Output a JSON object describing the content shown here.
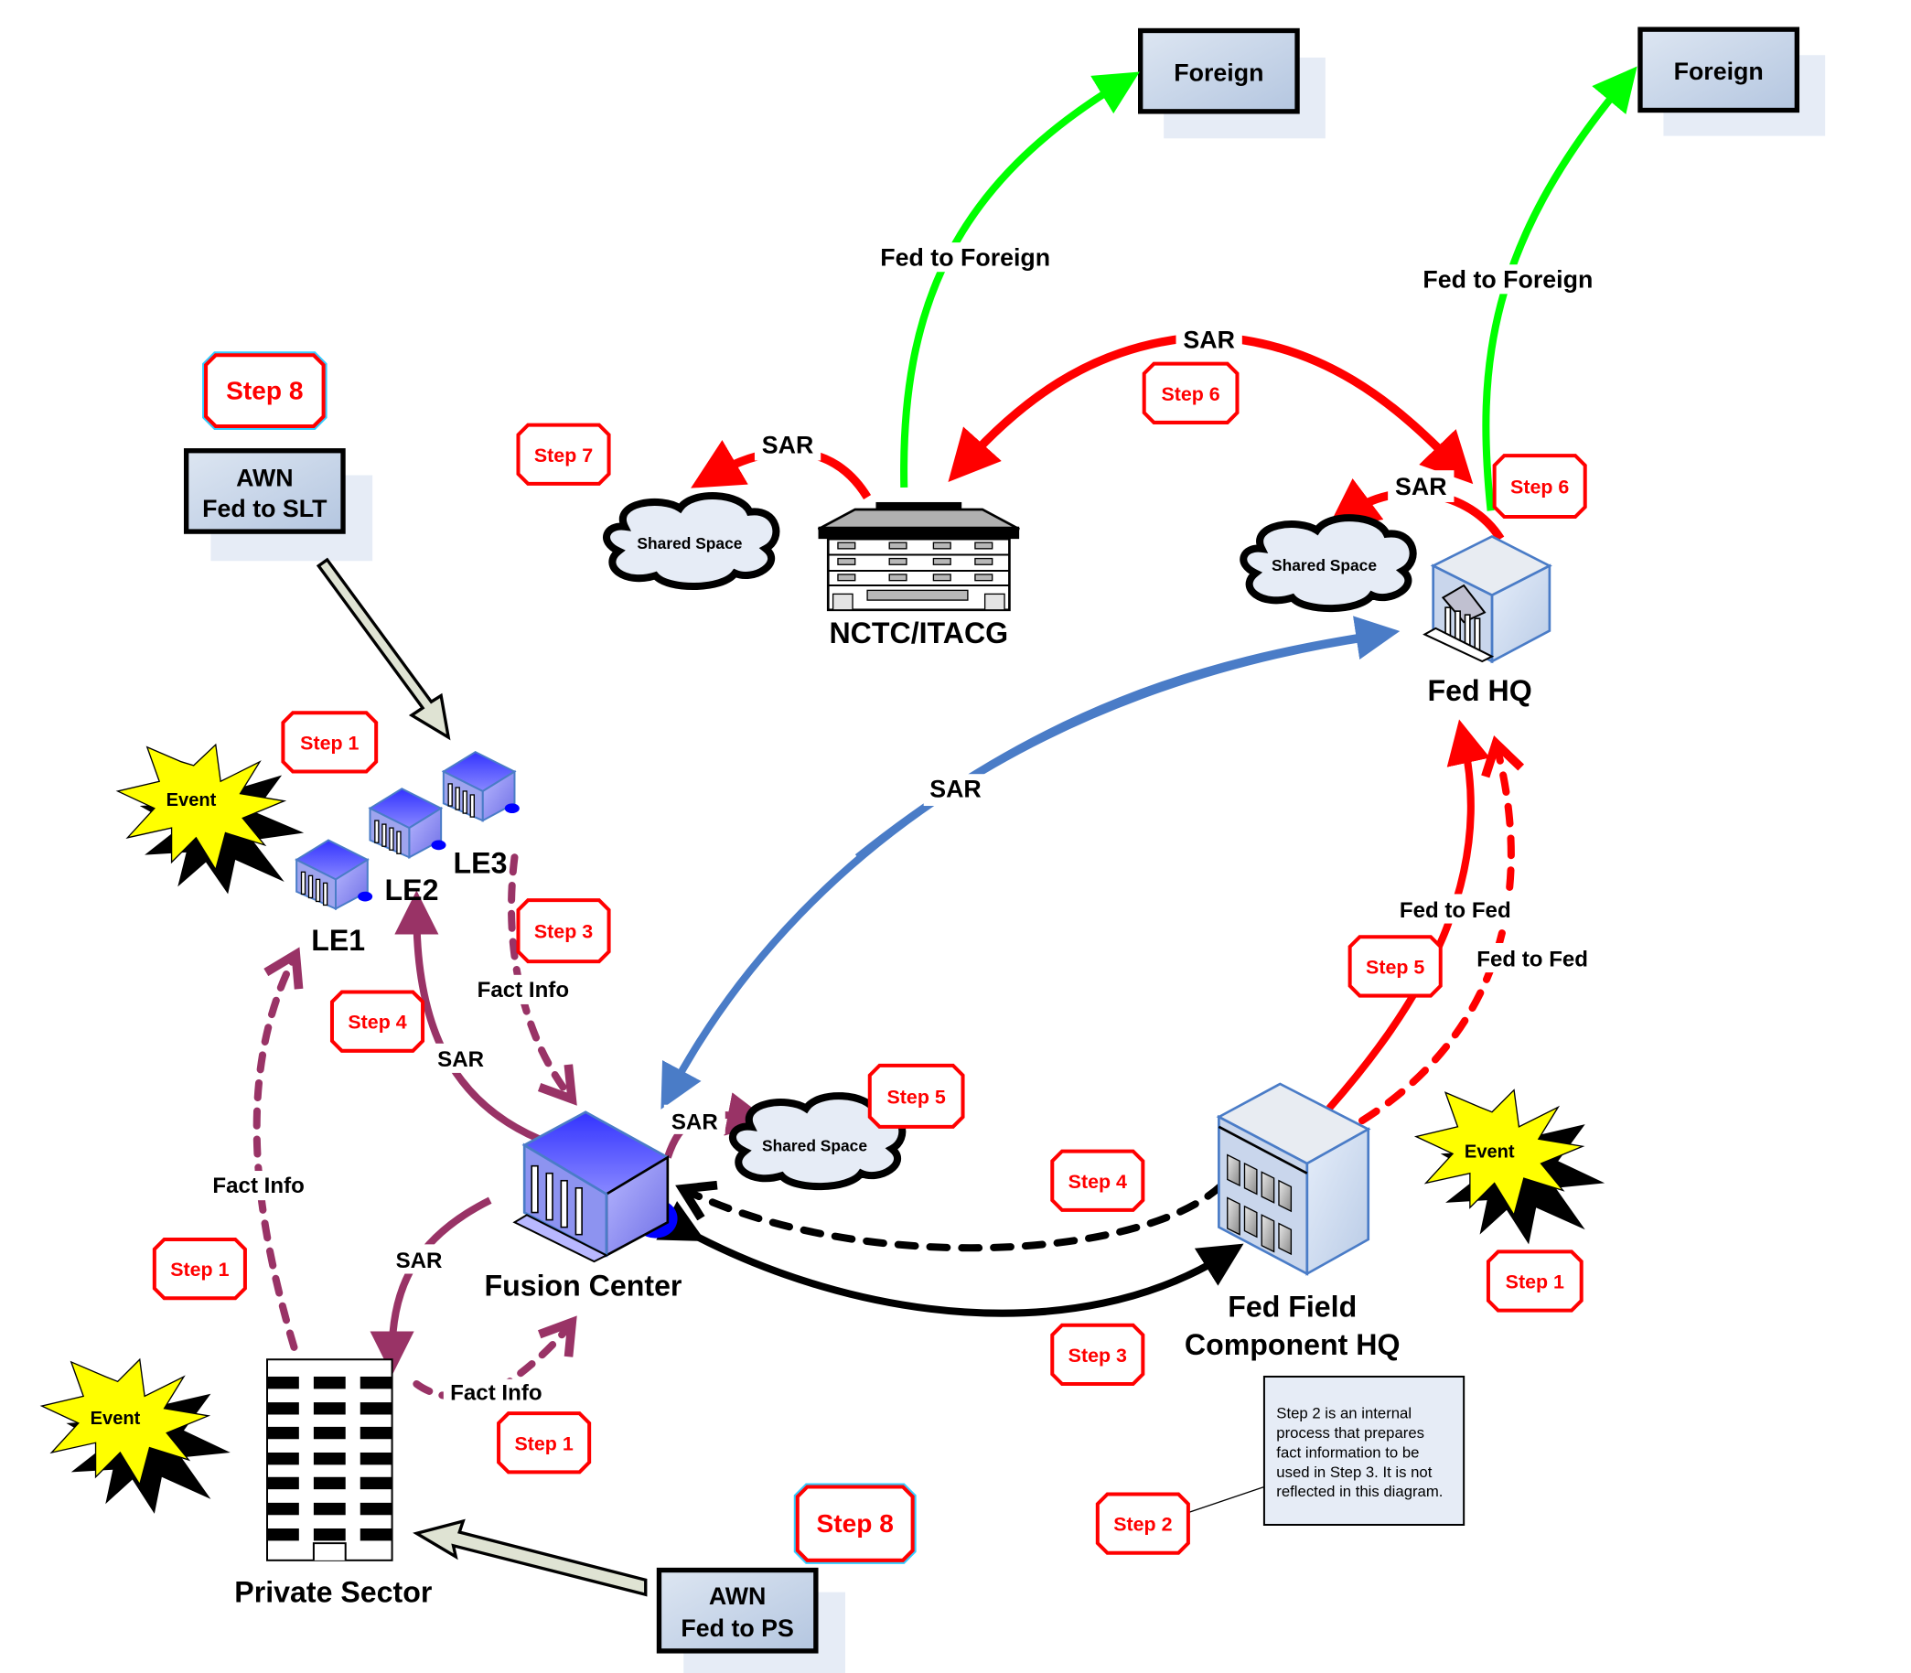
{
  "colors": {
    "sar_red": "#ff0000",
    "foreign_green": "#00ff00",
    "sar_blue": "#4a7cc7",
    "fact_purple": "#993366",
    "fed_black": "#000000",
    "step_red": "#ff0000",
    "box_fill": "#c5d3e8",
    "event_yellow": "#ffff00"
  },
  "nodes": {
    "foreign_1": "Foreign",
    "foreign_2": "Foreign",
    "nctc": "NCTC/ITACG",
    "fed_hq": "Fed HQ",
    "le1": "LE1",
    "le2": "LE2",
    "le3": "LE3",
    "fusion_center": "Fusion Center",
    "fed_field_line1": "Fed Field",
    "fed_field_line2": "Component HQ",
    "private_sector": "Private Sector",
    "awn_slt_line1": "AWN",
    "awn_slt_line2": "Fed to SLT",
    "awn_ps_line1": "AWN",
    "awn_ps_line2": "Fed to PS"
  },
  "clouds": {
    "nctc_cloud": "Shared Space",
    "fedhq_cloud": "Shared Space",
    "fusion_cloud": "Shared Space"
  },
  "events": {
    "le_event": "Event",
    "ps_event": "Event",
    "fed_event": "Event"
  },
  "edge_labels": {
    "fed_to_foreign_1": "Fed to Foreign",
    "fed_to_foreign_2": "Fed to Foreign",
    "sar_top": "SAR",
    "sar_nctc_cloud": "SAR",
    "sar_fedhq_cloud": "SAR",
    "sar_blue": "SAR",
    "fed_to_fed_1": "Fed to Fed",
    "fed_to_fed_2": "Fed to Fed",
    "fact_info_le3": "Fact Info",
    "sar_le2": "SAR",
    "fact_info_le1": "Fact Info",
    "sar_fusion_cloud": "SAR",
    "sar_ps": "SAR",
    "fact_info_ps": "Fact Info"
  },
  "steps": {
    "step8_top": "Step 8",
    "step7": "Step 7",
    "step6_mid": "Step 6",
    "step6_right": "Step 6",
    "step1_le": "Step 1",
    "step3_le": "Step 3",
    "step4_le": "Step 4",
    "step5_cloud": "Step 5",
    "step5_fed": "Step 5",
    "step4_fed": "Step 4",
    "step3_fed": "Step 3",
    "step1_left": "Step 1",
    "step1_ps": "Step 1",
    "step1_fed": "Step 1",
    "step2": "Step 2",
    "step8_bottom": "Step 8"
  },
  "note": {
    "lines": [
      "Step 2 is an internal",
      "process that prepares",
      "fact information to be",
      "used in Step 3. It is not",
      "reflected in this diagram."
    ]
  }
}
